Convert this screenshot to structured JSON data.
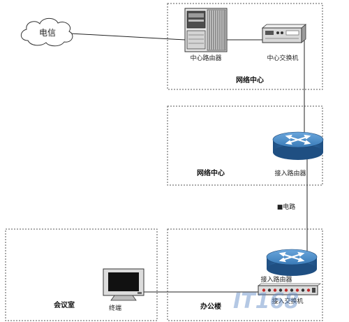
{
  "cloud": {
    "label": "电信"
  },
  "network_center_top": {
    "title": "网络中心",
    "router_label": "中心路由器",
    "switch_label": "中心交换机"
  },
  "network_center_mid": {
    "title": "网络中心",
    "router_label": "接入路由器"
  },
  "link": {
    "label": "■电路"
  },
  "office": {
    "title": "办公楼",
    "router_label": "接入路由器",
    "switch_label": "接入交换机"
  },
  "meeting_room": {
    "title": "会议室",
    "terminal_label": "终端"
  },
  "watermark": {
    "text": "IT168"
  },
  "colors": {
    "router_blue": "#2f6fab",
    "router_top": "#4a8cc8",
    "watermark": "#5b86c4",
    "port_red": "#c0282a"
  },
  "icons": {
    "cloud": "cloud-icon",
    "core_router": "server-rack-icon",
    "core_switch": "switch-icon",
    "access_router": "router-icon",
    "access_switch": "switch-icon",
    "terminal": "monitor-icon"
  }
}
